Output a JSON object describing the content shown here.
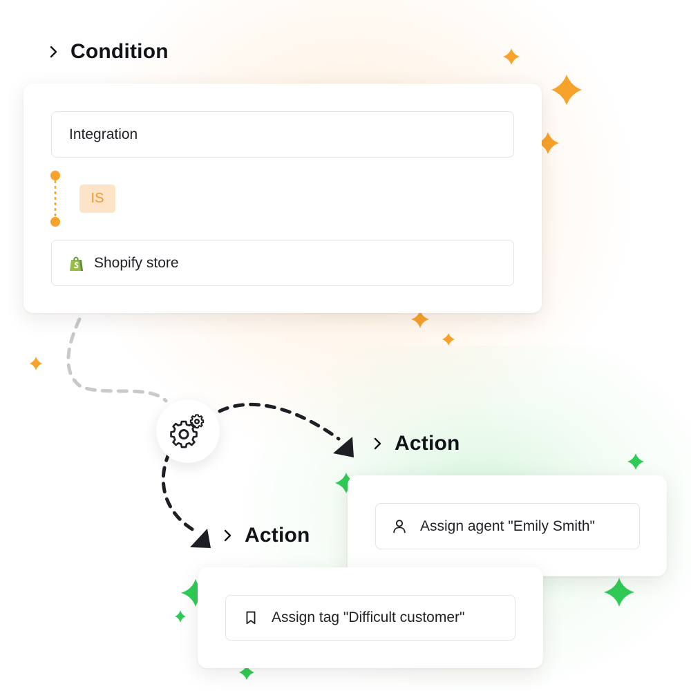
{
  "condition": {
    "heading": "Condition",
    "field_label": "Integration",
    "operator": "IS",
    "value": "Shopify store",
    "value_icon": "shopify-bag-icon"
  },
  "actions": [
    {
      "heading": "Action",
      "label": "Assign agent \"Emily Smith\"",
      "icon": "user-icon"
    },
    {
      "heading": "Action",
      "label": "Assign tag \"Difficult customer\"",
      "icon": "bookmark-icon"
    }
  ],
  "connector_icon": "gears-icon",
  "colors": {
    "orange_accent": "#f7a22b",
    "green_accent": "#2ecc55",
    "badge_bg": "#fde3c7",
    "text": "#1f2126"
  }
}
